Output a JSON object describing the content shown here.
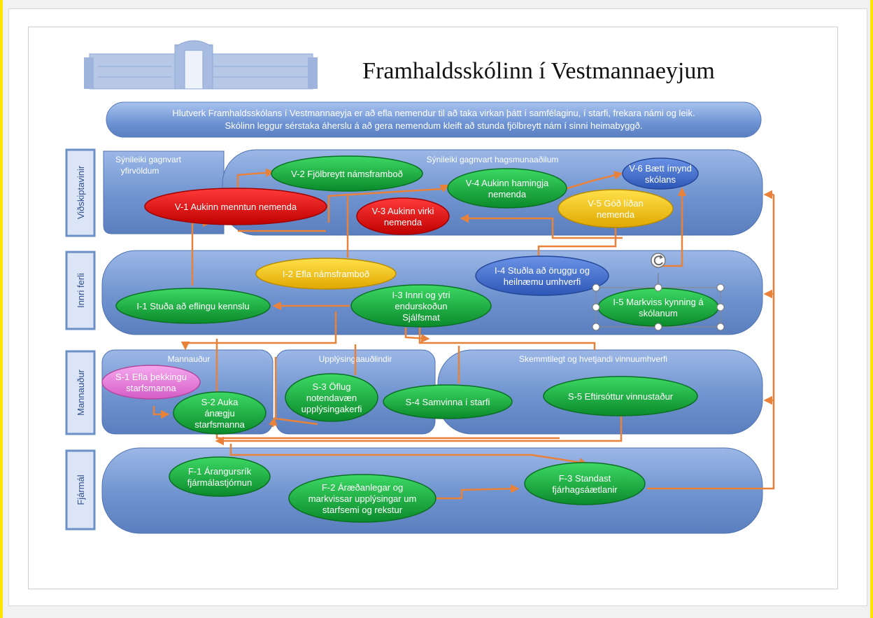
{
  "title": "Framhaldsskólinn í Vestmannaeyjum",
  "mission": [
    "Hlutverk Framhaldsskólans í Vestmannaeyja er að efla nemendur til að taka virkan þátt í samfélaginu, í starfi, frekara námi og leik.",
    "Skólinn leggur sérstaka áherslu á að gera nemendum kleift að stunda fjölbreytt nám í sinni heimabyggð."
  ],
  "perspectives": [
    "Viðskiptavinir",
    "Innri ferli",
    "Mannauður",
    "Fjármál"
  ],
  "band_labels": {
    "stakeholders": "Sýnileiki gagnvart hagsmunaaðilum",
    "authorities": [
      "Sýnileiki gagnvart",
      "yfirvöldum"
    ],
    "human": "Mannauður",
    "info": "Upplýsingaauðlindir",
    "work": "Skemmtilegt og hvetjandi vinnuumhverfi"
  },
  "nodes": {
    "v1": [
      "V-1 Aukinn menntun nemenda"
    ],
    "v2": [
      "V-2 Fjölbreytt námsframboð"
    ],
    "v3": [
      "V-3 Aukinn virki",
      "nemenda"
    ],
    "v4": [
      "V-4 Aukinn hamingja",
      "nemenda"
    ],
    "v5": [
      "V-5 Góð líðan",
      "nemenda"
    ],
    "v6": [
      "V-6 Bætt ímynd",
      "skólans"
    ],
    "i1": [
      "I-1 Stuða að eflingu kennslu"
    ],
    "i2": [
      "I-2 Efla námsframboð"
    ],
    "i3": [
      "I-3 Innri og ytri",
      "endurskoðun",
      "Sjálfsmat"
    ],
    "i4": [
      "I-4 Stuðla að öruggu og",
      "heilnæmu umhverfi"
    ],
    "i5": [
      "I-5 Markviss kynning á",
      "skólanum"
    ],
    "s1": [
      "S-1 Efla þekkingu",
      "starfsmanna"
    ],
    "s2": [
      "S-2 Auka",
      "ánægju",
      "starfsmanna"
    ],
    "s3": [
      "S-3 Öflug",
      "notendavæn",
      "upplýsingakerfi"
    ],
    "s4": [
      "S-4 Samvinna í starfi"
    ],
    "s5": [
      "S-5 Eftirsóttur vinnustaður"
    ],
    "f1": [
      "F-1 Árangursrík",
      "fjármálastjórnun"
    ],
    "f2": [
      "F-2 Áræðanlegar og",
      "markvissar upplýsingar um",
      "starfsemi og rekstur"
    ],
    "f3": [
      "F-3 Standast",
      "fjárhagsáætlanir"
    ]
  },
  "colors": {
    "band": "#7ea0d6",
    "green": "#14a83a",
    "red": "#e00000",
    "yellow": "#f4c400",
    "blue": "#3f6ed0",
    "pink": "#e87ad6",
    "arrow": "#e8823a"
  }
}
